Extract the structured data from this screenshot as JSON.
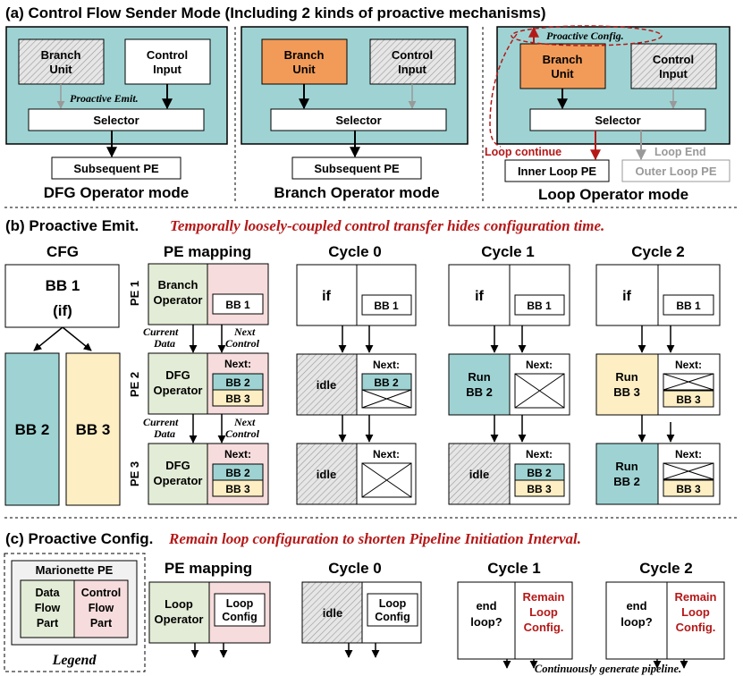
{
  "section_a": {
    "title": "(a) Control Flow Sender Mode (Including 2 kinds of proactive mechanisms)",
    "dfg": {
      "branch_unit": [
        "Branch",
        "Unit"
      ],
      "control_input": [
        "Control",
        "Input"
      ],
      "proactive_emit": "Proactive Emit.",
      "selector": "Selector",
      "subsequent_pe": "Subsequent PE",
      "mode_label": "DFG Operator mode"
    },
    "branch": {
      "branch_unit": [
        "Branch",
        "Unit"
      ],
      "control_input": [
        "Control",
        "Input"
      ],
      "selector": "Selector",
      "subsequent_pe": "Subsequent PE",
      "mode_label": "Branch Operator mode"
    },
    "loop": {
      "proactive_config": "Proactive Config.",
      "branch_unit": [
        "Branch",
        "Unit"
      ],
      "control_input": [
        "Control",
        "Input"
      ],
      "selector": "Selector",
      "loop_continue": "Loop continue",
      "loop_end": "Loop End",
      "inner_loop_pe": "Inner Loop PE",
      "outer_loop_pe": "Outer Loop PE",
      "mode_label": "Loop Operator mode"
    }
  },
  "section_b": {
    "title": "(b) Proactive Emit.",
    "subtitle": "Temporally loosely-coupled control transfer hides configuration time.",
    "cfg": {
      "header": "CFG",
      "bb1": [
        "BB 1",
        "(if)"
      ],
      "bb2": "BB 2",
      "bb3": "BB 3"
    },
    "pe_mapping": {
      "header": "PE mapping",
      "pe1": "PE 1",
      "pe2": "PE 2",
      "pe3": "PE 3",
      "branch_operator": [
        "Branch",
        "Operator"
      ],
      "dfg_operator": [
        "DFG",
        "Operator"
      ],
      "bb1": "BB 1",
      "next": "Next:",
      "bb2": "BB 2",
      "bb3": "BB 3",
      "current_data": [
        "Current",
        "Data"
      ],
      "next_control": [
        "Next",
        "Control"
      ]
    },
    "cycle0": {
      "header": "Cycle 0",
      "if": "if",
      "bb1": "BB 1",
      "idle": "idle",
      "next": "Next:",
      "bb2": "BB 2"
    },
    "cycle1": {
      "header": "Cycle 1",
      "if": "if",
      "bb1": "BB 1",
      "run": [
        "Run",
        "BB 2"
      ],
      "idle": "idle",
      "next": "Next:",
      "bb2": "BB 2",
      "bb3": "BB 3"
    },
    "cycle2": {
      "header": "Cycle 2",
      "if": "if",
      "bb1": "BB 1",
      "run_mid": [
        "Run",
        "BB 3"
      ],
      "run_bot": [
        "Run",
        "BB 2"
      ],
      "next": "Next:",
      "bb3": "BB 3"
    }
  },
  "section_c": {
    "title": "(c) Proactive Config.",
    "subtitle": "Remain loop configuration to shorten Pipeline Initiation Interval.",
    "legend": {
      "title": "Marionette PE",
      "data_flow": [
        "Data",
        "Flow",
        "Part"
      ],
      "control_flow": [
        "Control",
        "Flow",
        "Part"
      ],
      "caption": "Legend"
    },
    "pe_mapping": {
      "header": "PE mapping",
      "loop_operator": [
        "Loop",
        "Operator"
      ],
      "loop_config": [
        "Loop",
        "Config"
      ]
    },
    "cycle0": {
      "header": "Cycle 0",
      "idle": "idle",
      "loop_config": [
        "Loop",
        "Config"
      ]
    },
    "cycle1": {
      "header": "Cycle 1",
      "end_loop": [
        "end",
        "loop?"
      ],
      "remain": [
        "Remain",
        "Loop",
        "Config."
      ]
    },
    "cycle2": {
      "header": "Cycle 2",
      "end_loop": [
        "end",
        "loop?"
      ],
      "remain": [
        "Remain",
        "Loop",
        "Config."
      ]
    },
    "footnote": "Continuously generate pipeline."
  },
  "colors": {
    "teal": "#9fd3d3",
    "orange": "#f29b59",
    "green": "#e3ecd6",
    "pink": "#f6dcdc",
    "yellow": "#fdeec4",
    "red": "#b51818",
    "gray": "#999999"
  }
}
